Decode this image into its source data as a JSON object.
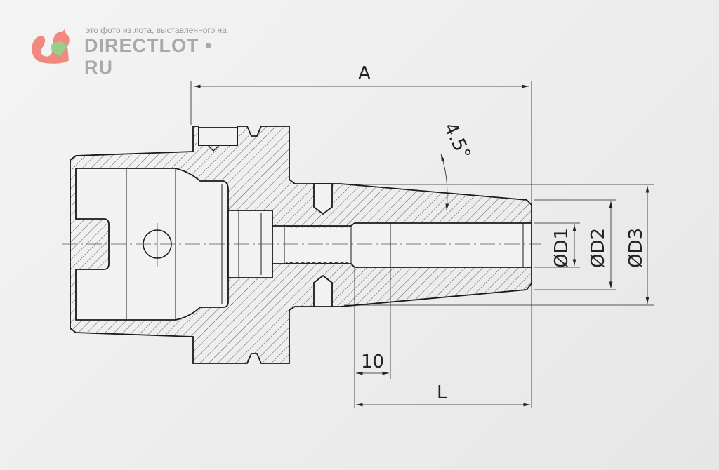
{
  "watermark": {
    "caption": "это фото из лота, выставленного на",
    "brand": "DIRECTLOT • RU"
  },
  "dimensions": {
    "A": "A",
    "angle": "4.5°",
    "D1": "ØD1",
    "D2": "ØD2",
    "D3": "ØD3",
    "ten": "10",
    "L": "L"
  },
  "colors": {
    "line": "#1a1a1a",
    "background": "#f0f0f0",
    "watermark_logo": "#f08a80"
  }
}
